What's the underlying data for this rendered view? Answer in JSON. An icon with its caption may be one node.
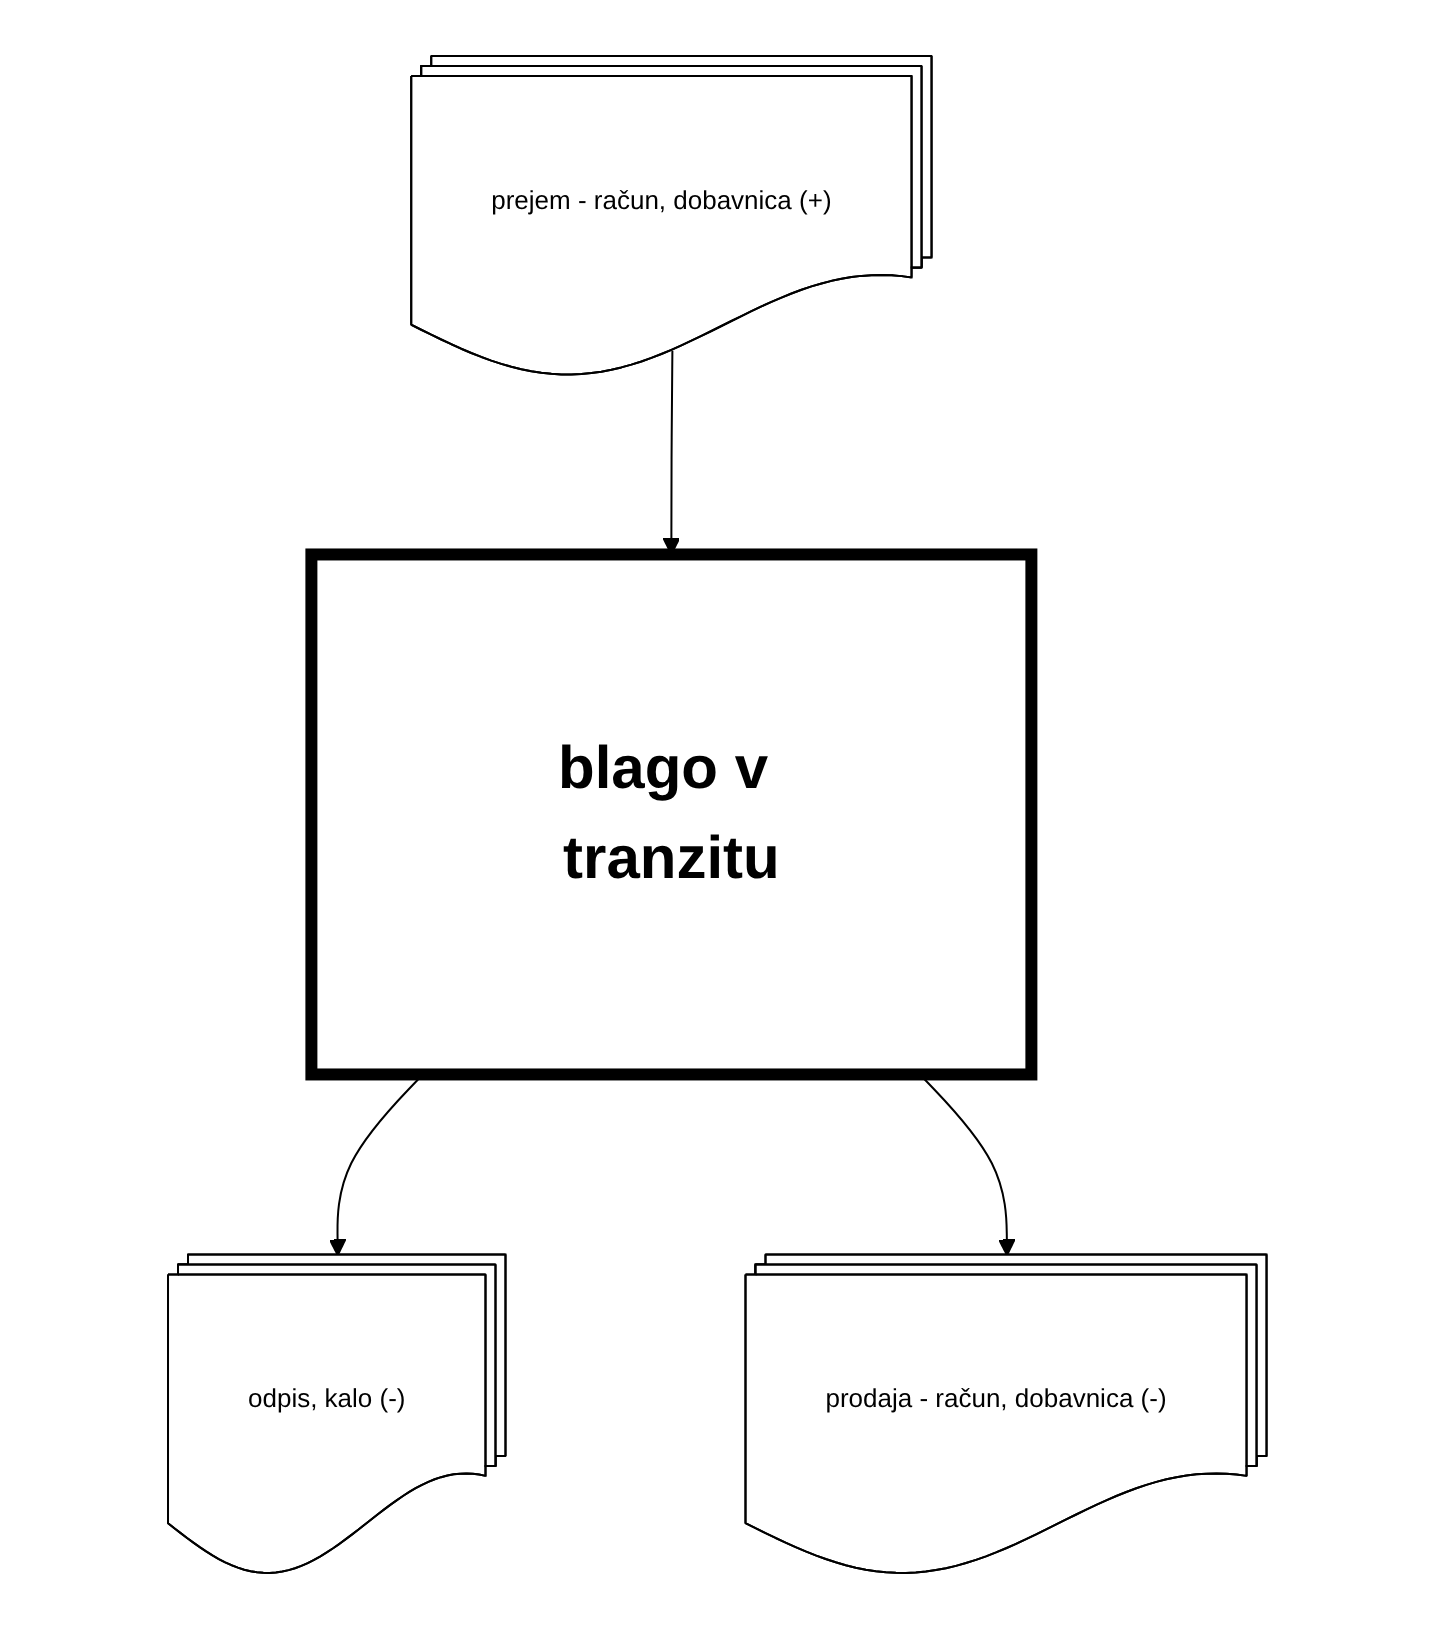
{
  "diagram": {
    "nodes": [
      {
        "text": [
          "prejem - račun, dobavnica (+)"
        ]
      },
      {
        "text": [
          "blago v tranzitu"
        ]
      },
      {
        "text": [
          "odpis, kalo (-)"
        ]
      },
      {
        "text": [
          "prodaja - račun, dobavnica (-)"
        ]
      }
    ],
    "edges": [
      {
        "from": 0,
        "to": 1,
        "arrow": "to"
      },
      {
        "from": 1,
        "to": 2,
        "arrow": "to"
      },
      {
        "from": 1,
        "to": 3,
        "arrow": "to"
      }
    ]
  }
}
